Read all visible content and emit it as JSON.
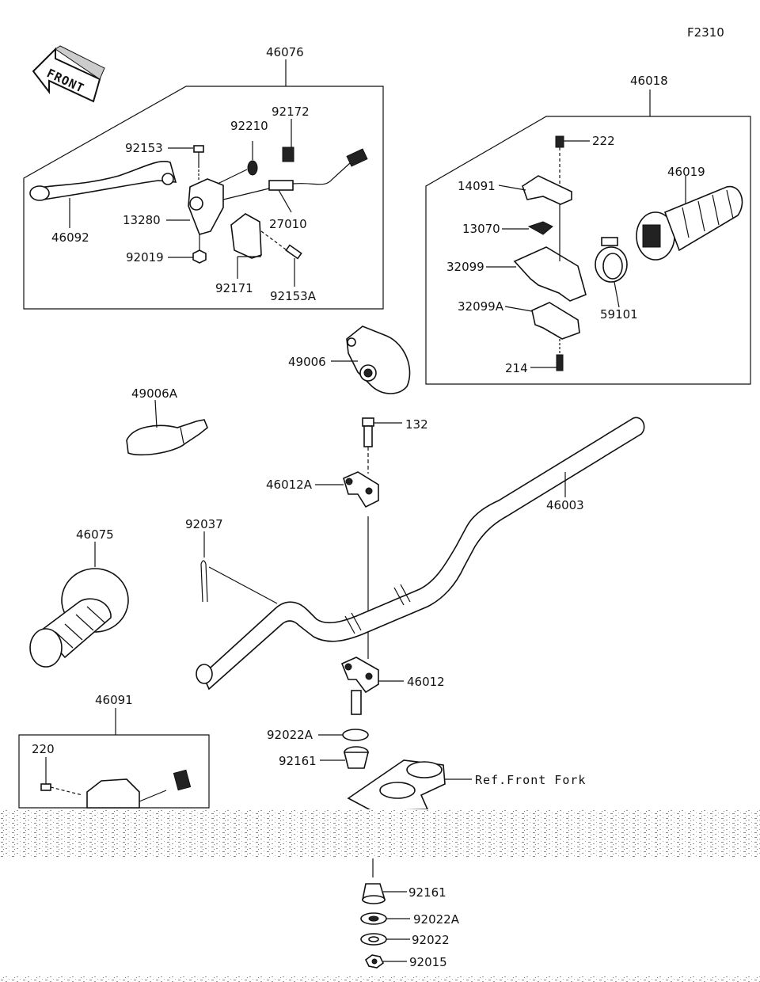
{
  "figure_code": "F2310",
  "front_label": "FRONT",
  "ref_front_fork": "Ref.Front Fork",
  "assemblies": {
    "clutch_lever": "46076",
    "throttle": "46018",
    "switch": "46091"
  },
  "parts": {
    "p92153": "92153",
    "p92210": "92210",
    "p92172": "92172",
    "p13280": "13280",
    "p27010": "27010",
    "p46092": "46092",
    "p92019": "92019",
    "p92171": "92171",
    "p92153A": "92153A",
    "p222": "222",
    "p14091": "14091",
    "p46019": "46019",
    "p13070": "13070",
    "p32099": "32099",
    "p32099A": "32099A",
    "p59101": "59101",
    "p214": "214",
    "p49006": "49006",
    "p49006A": "49006A",
    "p132": "132",
    "p46012A": "46012A",
    "p46003": "46003",
    "p92037": "92037",
    "p46075": "46075",
    "p46012": "46012",
    "p92022A_top": "92022A",
    "p92161_top": "92161",
    "p220": "220",
    "p92161_bot": "92161",
    "p92022A_bot": "92022A",
    "p92022": "92022",
    "p92015": "92015"
  }
}
